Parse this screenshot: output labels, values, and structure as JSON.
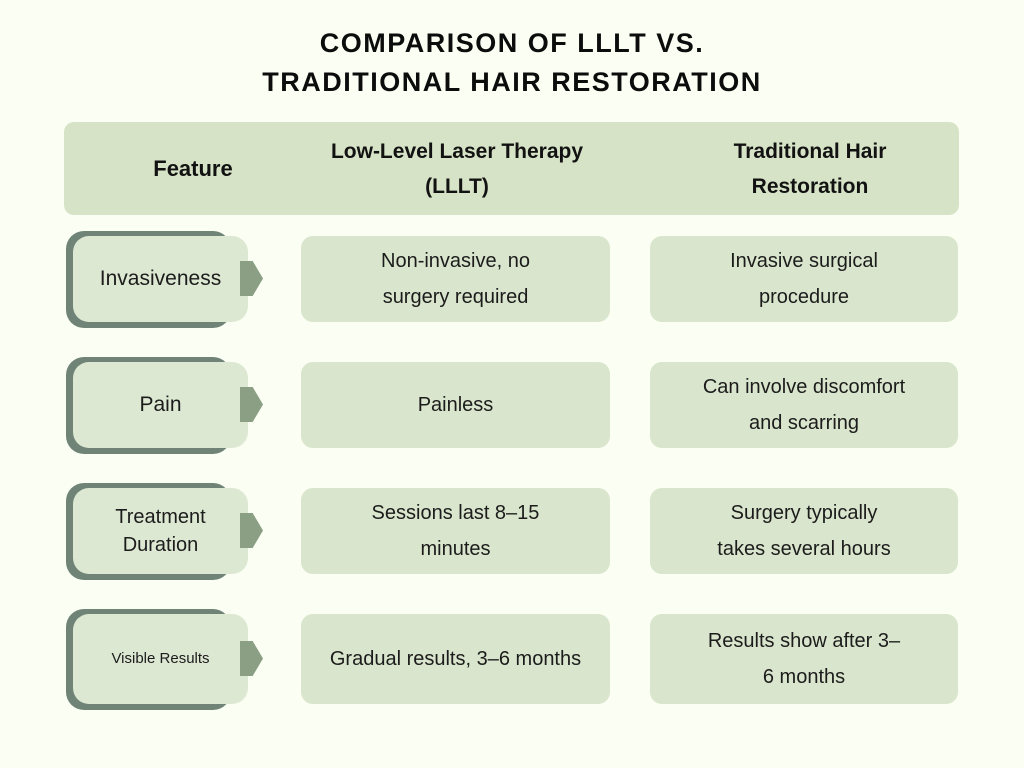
{
  "title": "COMPARISON OF LLLT VS.\nTRADITIONAL HAIR RESTORATION",
  "colors": {
    "page_background": "#fbfef2",
    "header_green": "#d6e3c6",
    "cell_green": "#d9e5cc",
    "feature_tag_green": "#dde8d3",
    "dark_sage_outline": "#6f8377",
    "arrow_sage": "#8a9f84",
    "title_text": "#0c0c0c",
    "body_text": "#1c1c1c"
  },
  "table": {
    "headers": {
      "feature": "Feature",
      "lllt": "Low-Level Laser Therapy\n(LLLT)",
      "traditional": "Traditional Hair\nRestoration"
    },
    "rows": [
      {
        "feature": "Invasiveness",
        "lllt": "Non-invasive, no\nsurgery required",
        "traditional": "Invasive surgical\nprocedure"
      },
      {
        "feature": "Pain",
        "lllt": "Painless",
        "traditional": "Can involve discomfort\nand scarring"
      },
      {
        "feature": "Treatment\nDuration",
        "lllt": "Sessions last 8–15\nminutes",
        "traditional": "Surgery typically\ntakes several hours"
      },
      {
        "feature": "Visible Results",
        "lllt": "Gradual results, 3–6 months",
        "traditional": "Results show after 3–\n6 months"
      }
    ]
  }
}
